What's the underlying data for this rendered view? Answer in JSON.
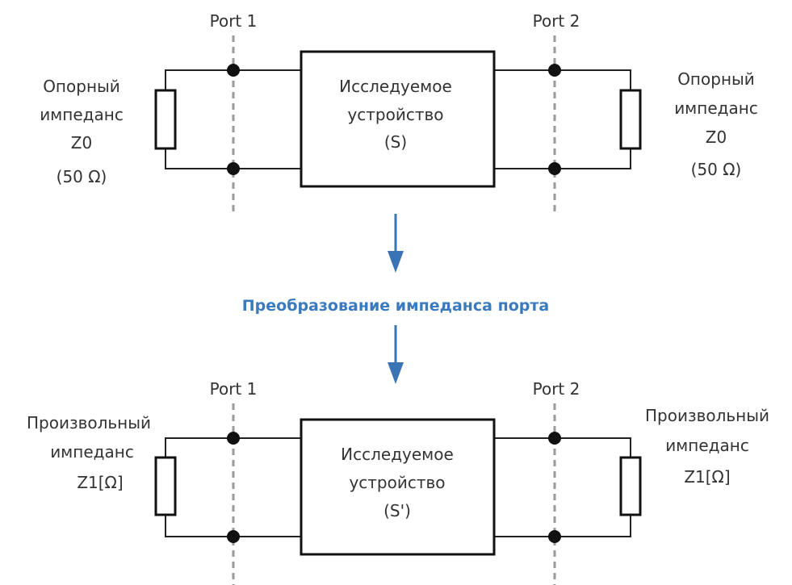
{
  "top_circuit": {
    "port1_label": "Port 1",
    "port2_label": "Port 2",
    "dut_lines": [
      "Исследуемое",
      "устройство",
      "(S)"
    ],
    "left_impedance_lines": [
      "Опорный",
      "импеданс",
      "Z0",
      "(50 Ω)"
    ],
    "right_impedance_lines": [
      "Опорный",
      "импеданс",
      "Z0",
      "(50 Ω)"
    ]
  },
  "transform_label": "Преобразование импеданса порта",
  "bottom_circuit": {
    "port1_label": "Port 1",
    "port2_label": "Port 2",
    "dut_lines": [
      "Исследуемое",
      "устройство",
      "(S')"
    ],
    "left_impedance_lines": [
      "Произвольный",
      "импеданс",
      "Z1[Ω]"
    ],
    "right_impedance_lines": [
      "Произвольный",
      "импеданс",
      "Z1[Ω]"
    ]
  },
  "colors": {
    "arrow": "#3a74b4",
    "transform_text": "#3a7abf",
    "port_line": "#9a9a9a"
  }
}
